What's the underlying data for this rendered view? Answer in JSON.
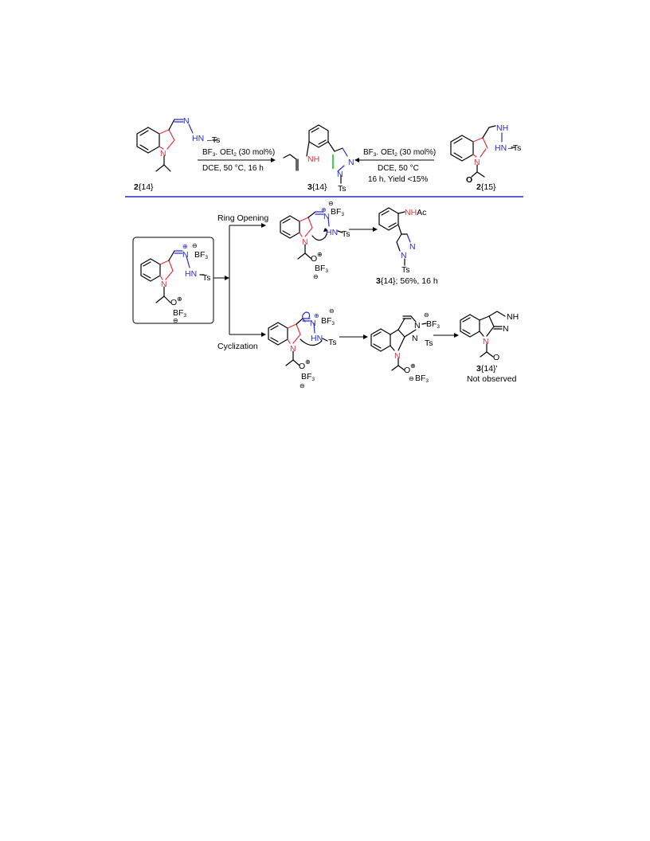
{
  "top": {
    "left_conditions": {
      "line1_a": "BF",
      "line1_sub": "3",
      "line1_b": ". OEt",
      "line1_sub2": "2",
      "line1_c": " (30 mol%)",
      "line2": "DCE, 50 °C, 16 h"
    },
    "right_conditions": {
      "line1_a": "BF",
      "line1_sub": "3",
      "line1_b": ". OEt",
      "line1_sub2": "2",
      "line1_c": " (30 mol%)",
      "line2": "DCE, 50 °C",
      "line3": "16 h, Yield <15%"
    },
    "compound_left": {
      "num": "2",
      "tag": "{14}"
    },
    "compound_mid": {
      "num": "3",
      "tag": "{14}"
    },
    "compound_right": {
      "num": "2",
      "tag": "{15}"
    }
  },
  "atoms": {
    "N": "N",
    "NH": "NH",
    "HN": "HN",
    "Ts": "Ts",
    "O": "O",
    "BF": "BF",
    "three": "3",
    "plus": "⊕",
    "minus": "⊖",
    "NHAc": "NHAc",
    "NH_red": "NH",
    "Ac": "Ac"
  },
  "bottom": {
    "ring_opening": "Ring Opening",
    "cyclization": "Cyclization",
    "product_label": {
      "num": "3",
      "tag": "{14}",
      "rest": "; 56%, 16 h"
    },
    "byproduct_label": {
      "num": "3",
      "tag": "{14}'",
      "note": "Not observed"
    }
  },
  "colors": {
    "red": "#e0343f",
    "blue": "#2a2ad0",
    "green": "#14c41e",
    "divider": "#2a2ad0"
  }
}
